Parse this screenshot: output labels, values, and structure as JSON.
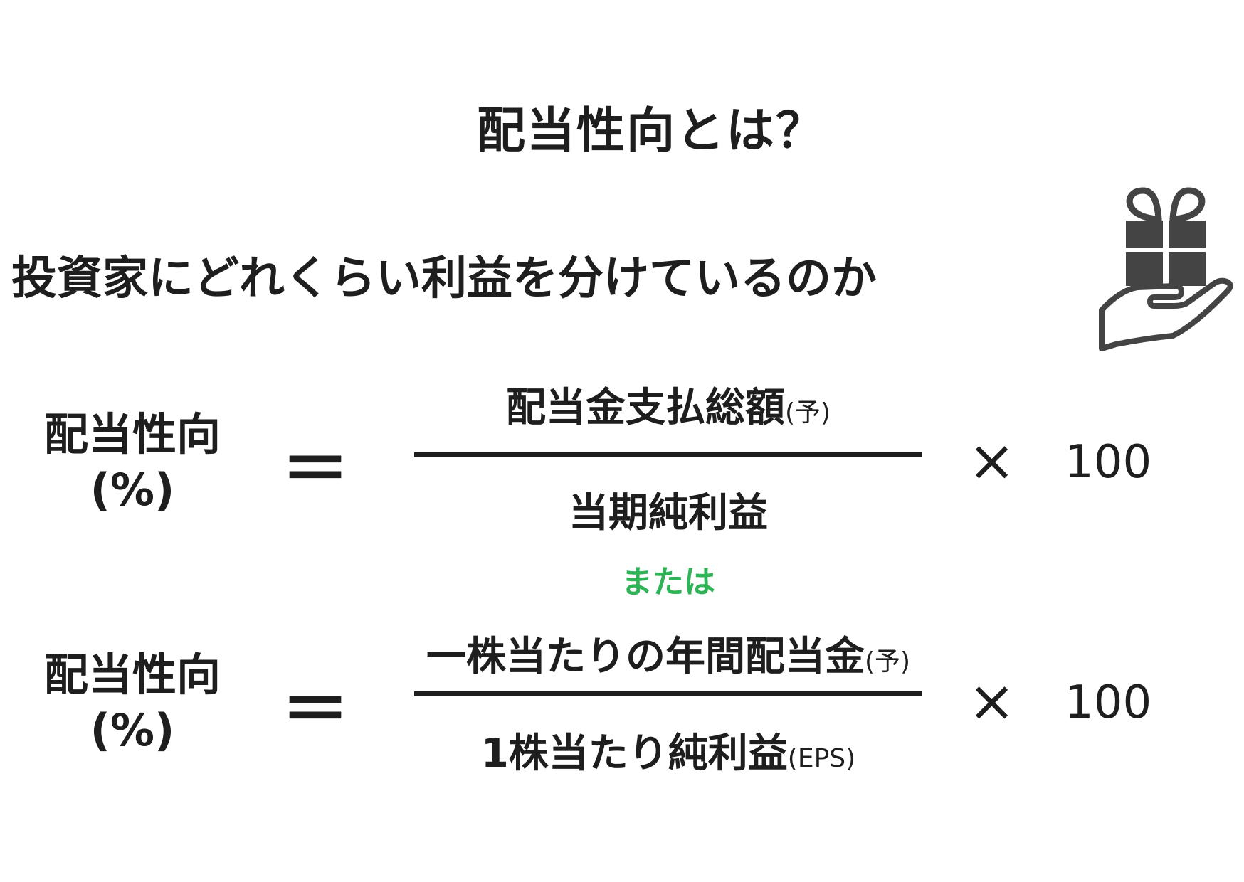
{
  "title": "配当性向とは？",
  "subtitle": "投資家にどれくらい利益を分けているのか",
  "icon": "gift-on-hand-icon",
  "or_text": "または",
  "or_color": "#2eb456",
  "formula1": {
    "lhs_main": "配当性向",
    "lhs_unit": "(%)",
    "equals": "＝",
    "numerator": "配当金支払総額",
    "numerator_suffix": "(予)",
    "denominator": "当期純利益",
    "denominator_suffix": "",
    "times": "×",
    "multiplier": "100"
  },
  "formula2": {
    "lhs_main": "配当性向",
    "lhs_unit": "(%)",
    "equals": "＝",
    "numerator": "一株当たりの年間配当金",
    "numerator_suffix": "(予)",
    "denominator": "1株当たり純利益",
    "denominator_suffix": "(EPS)",
    "times": "×",
    "multiplier": "100"
  }
}
